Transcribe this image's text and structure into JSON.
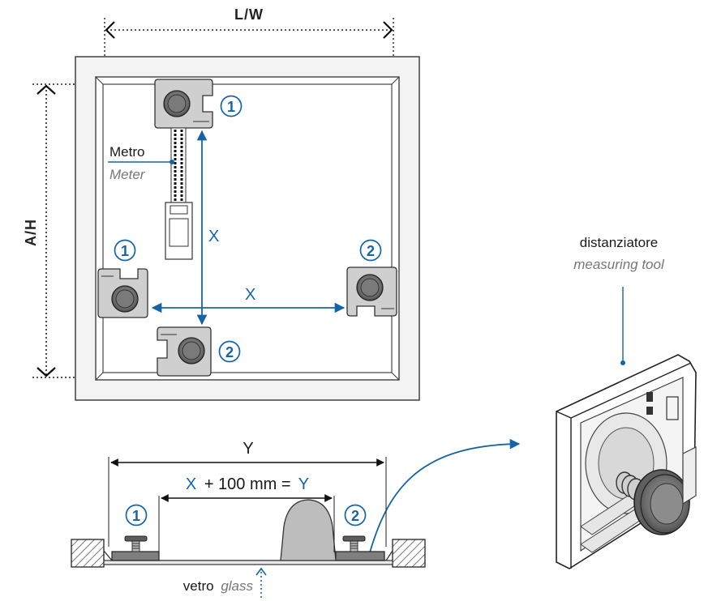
{
  "labels": {
    "width": "L/W",
    "height": "A/H",
    "metro_it": "Metro",
    "metro_en": "Meter",
    "x_vertical": "X",
    "x_horizontal": "X",
    "tool_it": "distanziatore",
    "tool_en": "measuring tool",
    "y_top": "Y",
    "formula_x": "X",
    "formula_rest": "+ 100 mm =",
    "formula_y": "Y",
    "glass_it": "vetro",
    "glass_en": "glass"
  },
  "markers": {
    "one": "1",
    "two": "2"
  },
  "colors": {
    "accent": "#1565a6",
    "frame": "#f2f2f2",
    "device": "#c8c8c8"
  }
}
